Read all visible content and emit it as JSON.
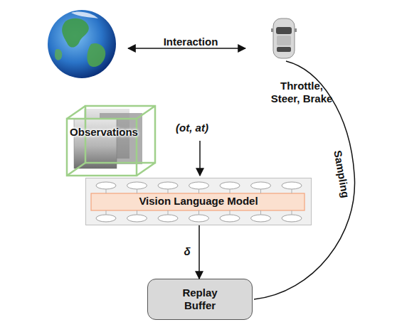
{
  "diagram": {
    "nodes": [
      {
        "text": [
          "Observations"
        ]
      },
      {
        "text": [
          "Vision Language Model"
        ]
      },
      {
        "text": [
          "Replay Buffer"
        ]
      }
    ],
    "edges": [
      {
        "from": 1,
        "to": 2,
        "label": "δ",
        "arrow": "to"
      }
    ],
    "labels": [
      "Interaction",
      "(ot, at)",
      "Throttle, Steer, Brake",
      "Sampling"
    ]
  }
}
